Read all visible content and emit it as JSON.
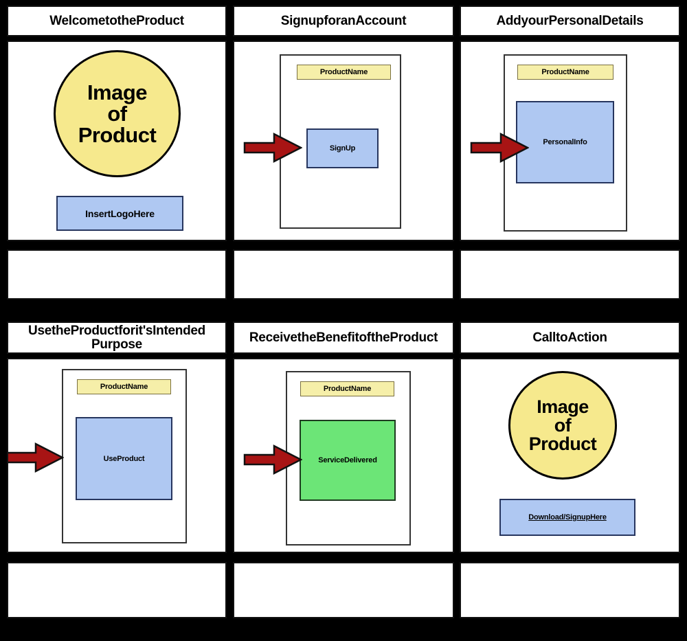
{
  "document": {
    "type": "storyboard-grid",
    "rows": 2,
    "columns": 3
  },
  "panels": [
    {
      "id": "panel-1",
      "title": "WelcometotheProduct",
      "caption": "",
      "content_kind": "hero-circle",
      "circle_lines": [
        "Image",
        "of",
        "Product"
      ],
      "button_label": "InsertLogoHere",
      "has_arrow": false
    },
    {
      "id": "panel-2",
      "title": "SignupforanAccount",
      "caption": "",
      "content_kind": "device-screen",
      "product_name_label": "ProductName",
      "block_label": "SignUp",
      "block_color": "#AFC8F2",
      "has_arrow": true
    },
    {
      "id": "panel-3",
      "title": "AddyourPersonalDetails",
      "caption": "",
      "content_kind": "device-screen",
      "product_name_label": "ProductName",
      "block_label": "PersonalInfo",
      "block_color": "#AFC8F2",
      "has_arrow": true
    },
    {
      "id": "panel-4",
      "title": "UsetheProductforit'sIntended Purpose",
      "caption": "",
      "content_kind": "device-screen",
      "product_name_label": "ProductName",
      "block_label": "UseProduct",
      "block_color": "#AFC8F2",
      "has_arrow": true
    },
    {
      "id": "panel-5",
      "title": "ReceivetheBenefitoftheProduct",
      "caption": "",
      "content_kind": "device-screen",
      "product_name_label": "ProductName",
      "block_label": "ServiceDelivered",
      "block_color": "#6CE577",
      "has_arrow": true
    },
    {
      "id": "panel-6",
      "title": "CalltoAction",
      "caption": "",
      "content_kind": "hero-circle",
      "circle_lines": [
        "Image",
        "of",
        "Product"
      ],
      "button_label": "Download/SignupHere",
      "has_arrow": false
    }
  ],
  "colors": {
    "background": "#000000",
    "panel": "#FFFFFF",
    "circle_yellow": "#F6E98D",
    "label_yellow": "#F6EFA9",
    "block_blue": "#AFC8F2",
    "block_green": "#6CE577",
    "arrow_red": "#A81414",
    "outline": "#111111"
  }
}
